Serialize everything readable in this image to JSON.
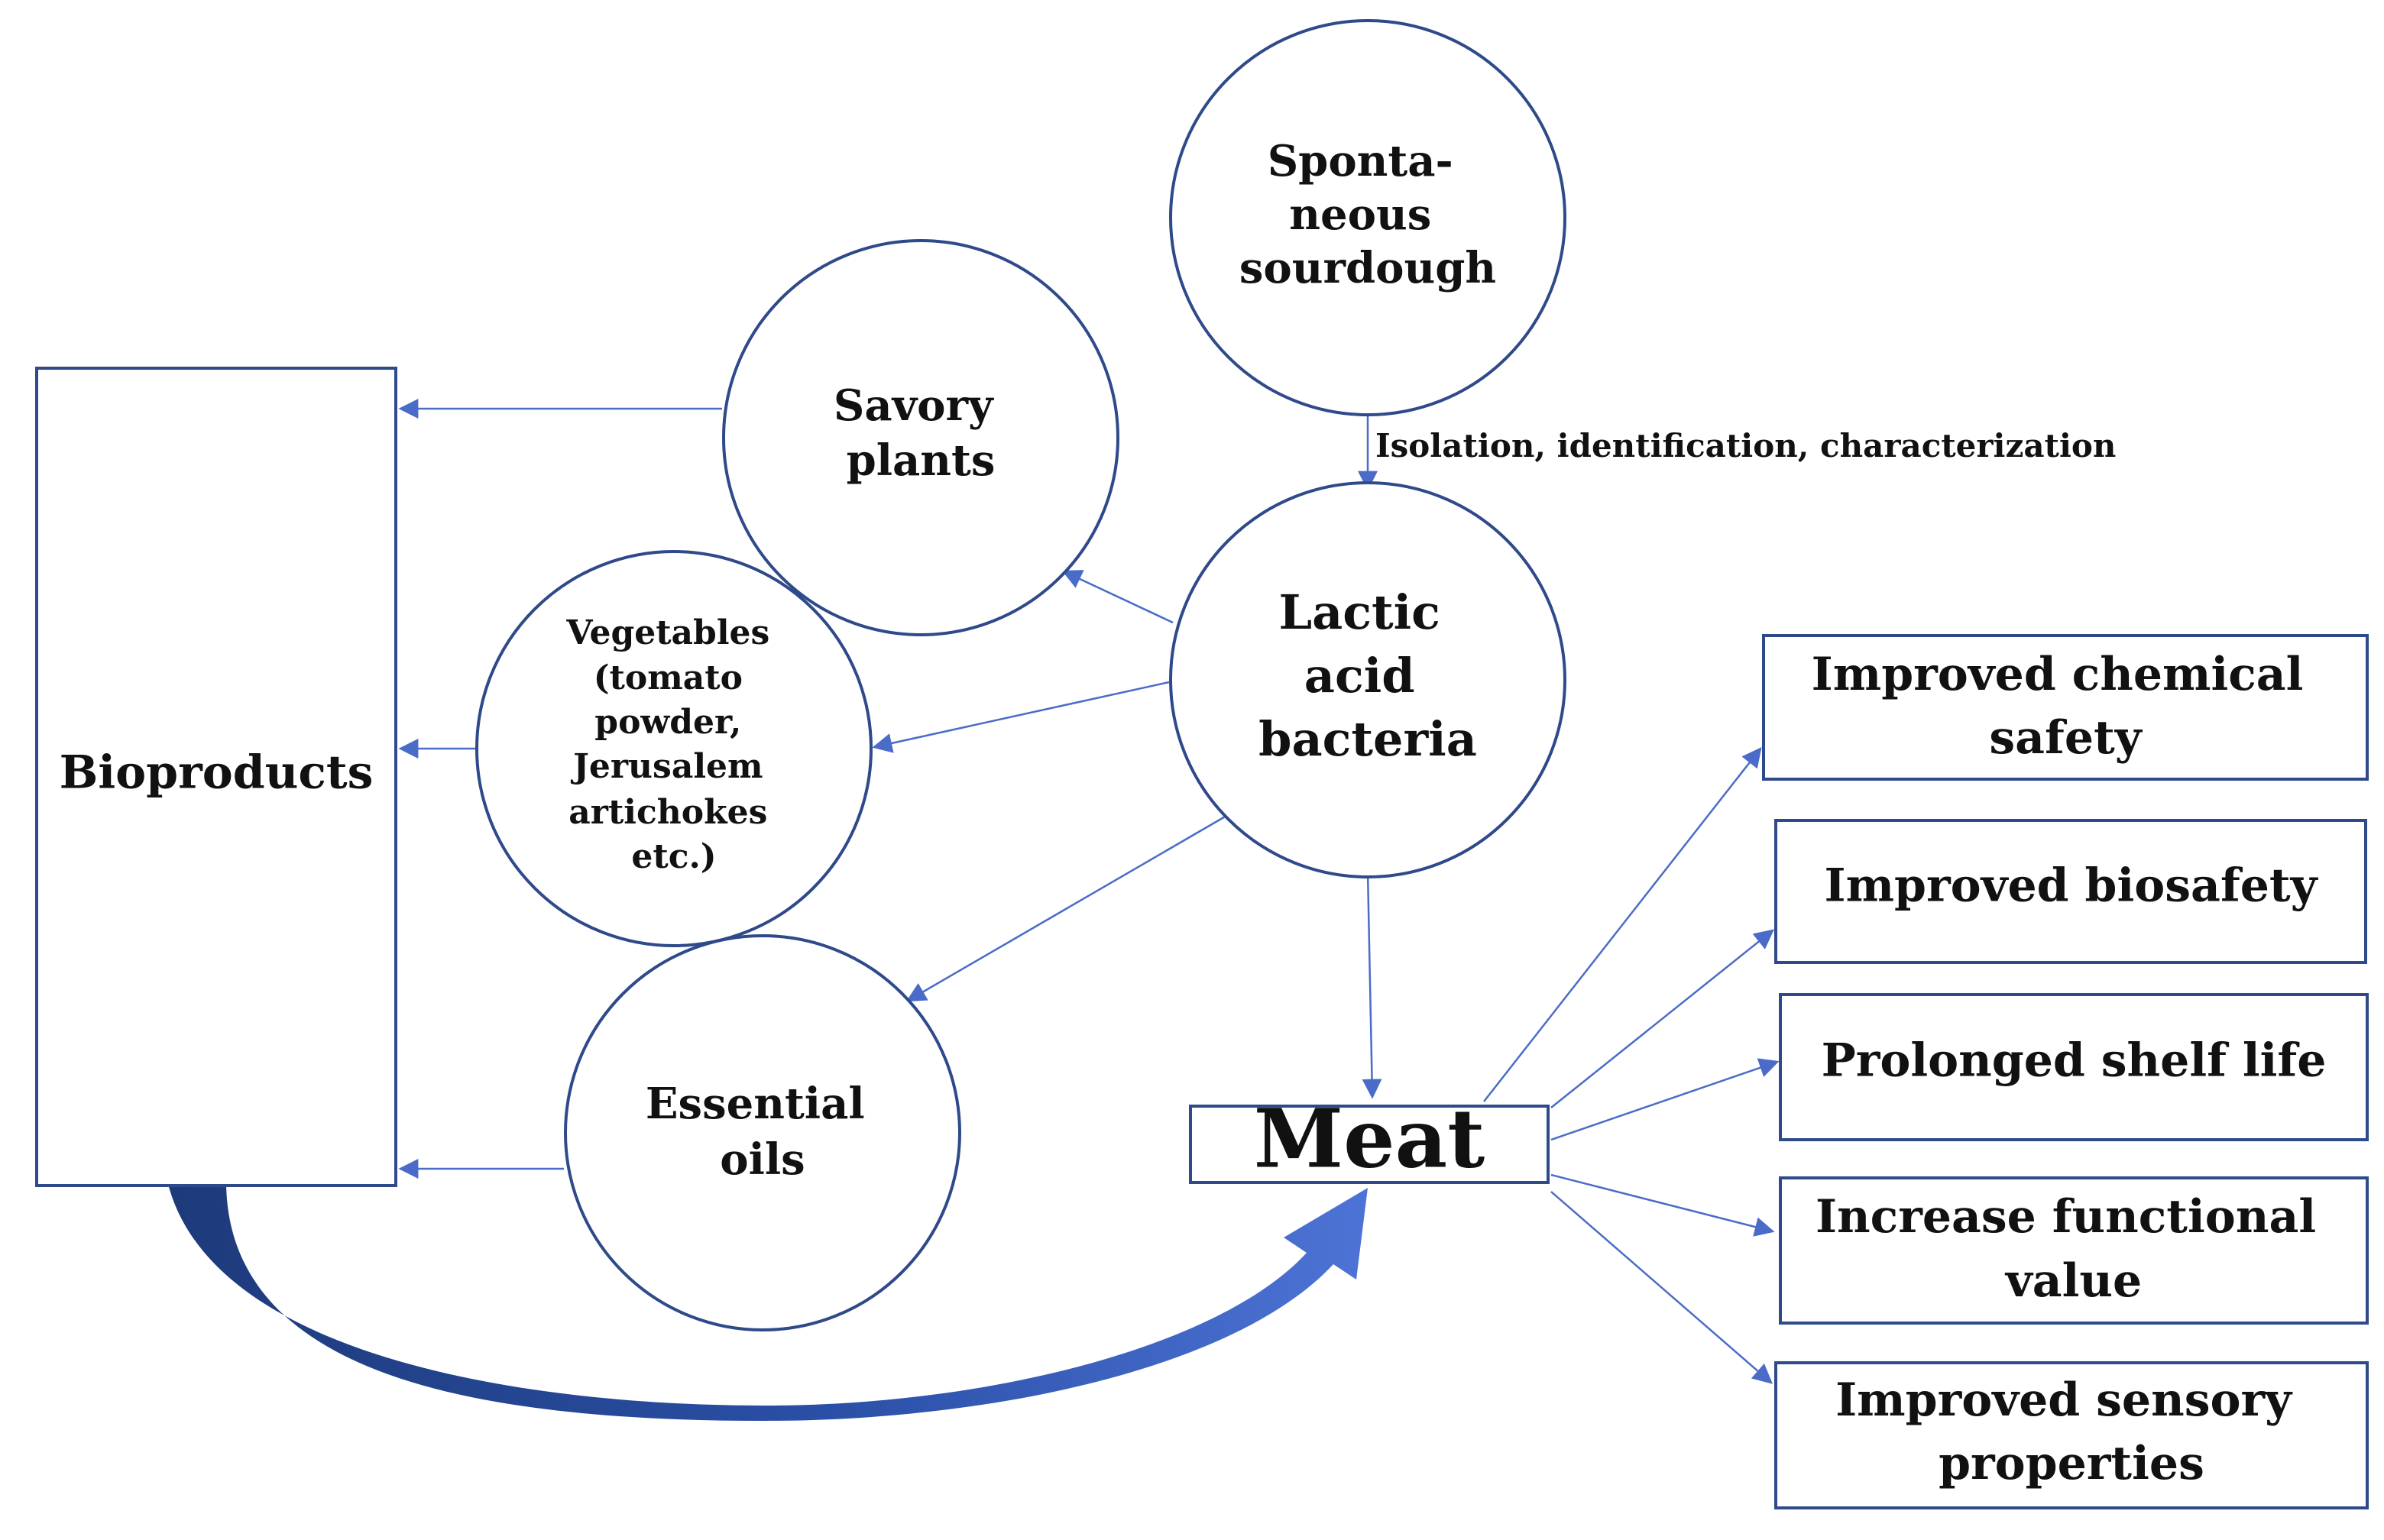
{
  "nodes": {
    "bioproducts": "Bioproducts",
    "sourdough": [
      "Sponta-",
      "neous",
      "sourdough"
    ],
    "savory_plants": [
      "Savory",
      "plants"
    ],
    "vegetables": [
      "Vegetables",
      "(tomato",
      "powder,",
      "Jerusalem",
      "artichokes",
      "etc.)"
    ],
    "lab": [
      "Lactic",
      "acid",
      "bacteria"
    ],
    "essential_oils": [
      "Essential",
      "oils"
    ],
    "meat": "Meat"
  },
  "edge_labels": {
    "isolation": "Isolation, identification, characterization"
  },
  "outcomes": [
    [
      "Improved chemical",
      "safety"
    ],
    [
      "Improved biosafety"
    ],
    [
      "Prolonged shelf life"
    ],
    [
      "Increase functional",
      "value"
    ],
    [
      "Improved sensory",
      "properties"
    ]
  ],
  "colors": {
    "arrow": "#4a6cc8",
    "outline": "#2f4a8a",
    "curved_arrow_dark": "#1d3a7a",
    "curved_arrow_light": "#4d73d6"
  }
}
